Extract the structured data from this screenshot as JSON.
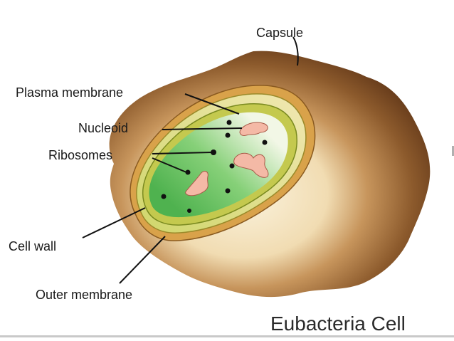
{
  "diagram": {
    "title": "Eubacteria Cell",
    "labels": {
      "capsule": "Capsule",
      "plasma_membrane": "Plasma membrane",
      "nucleoid": "Nucleoid",
      "ribosomes": "Ribosomes",
      "cell_wall": "Cell wall",
      "outer_membrane": "Outer membrane"
    },
    "colors": {
      "capsule": "#7a4a25",
      "capsule_light": "#f3e3c4",
      "outer_membrane": "#d9a24a",
      "cell_wall": "#e8b25c",
      "plasma_membrane": "#b8c24a",
      "cytoplasm": "#5fbf5f",
      "nucleoid": "#f4b9a6",
      "ribosome": "#111111"
    }
  }
}
